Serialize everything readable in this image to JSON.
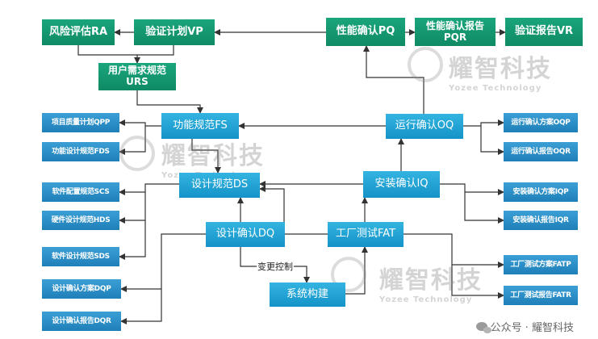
{
  "nodes": {
    "ra": "风险评估RA",
    "vp": "验证计划VP",
    "urs": "用户需求规范\nURS",
    "pq": "性能确认PQ",
    "pqr": "性能确认报告\nPQR",
    "vr": "验证报告VR",
    "fs": "功能规范FS",
    "ds": "设计规范DS",
    "dq": "设计确认DQ",
    "oq": "运行确认OQ",
    "iq": "安装确认IQ",
    "fat": "工厂测试FAT",
    "build": "系统构建",
    "qpp": "项目质量计划QPP",
    "fds": "功能设计规范FDS",
    "scs": "软件配置规范SCS",
    "hds": "硬件设计规范HDS",
    "sds": "软件设计规范SDS",
    "dqp": "设计确认方案DQP",
    "dqr": "设计确认报告DQR",
    "oqp": "运行确认方案OQP",
    "oqr": "运行确认报告OQR",
    "iqp": "安装确认方案IQP",
    "iqr": "安装确认报告IQR",
    "fatp": "工厂测试方案FATP",
    "fatr": "工厂测试报告FATR"
  },
  "labels": {
    "change_control": "变更控制"
  },
  "watermark": {
    "cn": "耀智科技",
    "en": "Yozee Technology"
  },
  "footer": {
    "text": "公众号 · 耀智科技"
  },
  "colors": {
    "green": "#129870",
    "blue": "#1fa3d6",
    "side": "#2a8cc8",
    "line": "#333333"
  }
}
